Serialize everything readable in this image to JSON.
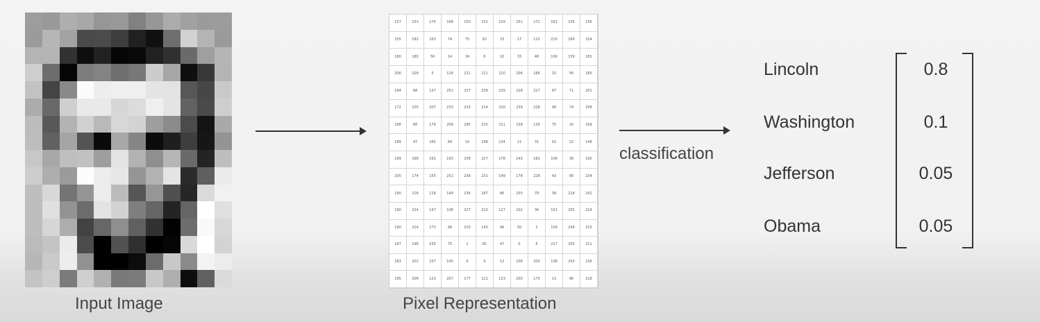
{
  "captions": {
    "input": "Input Image",
    "pixel": "Pixel Representation",
    "classification": "classification"
  },
  "classes": [
    {
      "name": "Lincoln",
      "prob": "0.8"
    },
    {
      "name": "Washington",
      "prob": "0.1"
    },
    {
      "name": "Jefferson",
      "prob": "0.05"
    },
    {
      "name": "Obama",
      "prob": "0.05"
    }
  ],
  "pixel_values": [
    [
      157,
      153,
      174,
      168,
      150,
      152,
      129,
      151,
      172,
      161,
      155,
      156
    ],
    [
      155,
      182,
      163,
      74,
      75,
      62,
      33,
      17,
      110,
      210,
      180,
      154
    ],
    [
      180,
      180,
      50,
      14,
      34,
      6,
      10,
      33,
      48,
      106,
      159,
      181
    ],
    [
      206,
      109,
      5,
      124,
      131,
      111,
      120,
      204,
      166,
      15,
      56,
      180
    ],
    [
      194,
      68,
      137,
      251,
      237,
      239,
      239,
      228,
      227,
      87,
      71,
      201
    ],
    [
      172,
      105,
      207,
      233,
      233,
      214,
      220,
      239,
      228,
      98,
      74,
      206
    ],
    [
      188,
      88,
      179,
      209,
      185,
      215,
      211,
      158,
      139,
      75,
      20,
      169
    ],
    [
      189,
      97,
      165,
      84,
      10,
      168,
      134,
      11,
      31,
      62,
      22,
      148
    ],
    [
      199,
      168,
      191,
      193,
      158,
      227,
      178,
      143,
      182,
      106,
      36,
      190
    ],
    [
      205,
      174,
      155,
      252,
      236,
      231,
      149,
      178,
      228,
      43,
      95,
      234
    ],
    [
      190,
      216,
      116,
      149,
      236,
      187,
      86,
      150,
      79,
      38,
      218,
      241
    ],
    [
      190,
      224,
      147,
      108,
      227,
      210,
      127,
      102,
      36,
      101,
      255,
      224
    ],
    [
      190,
      214,
      173,
      66,
      103,
      143,
      96,
      50,
      2,
      109,
      249,
      215
    ],
    [
      187,
      196,
      235,
      75,
      1,
      81,
      47,
      0,
      6,
      217,
      255,
      211
    ],
    [
      183,
      202,
      237,
      145,
      0,
      0,
      12,
      108,
      200,
      138,
      243,
      236
    ],
    [
      195,
      206,
      123,
      207,
      177,
      121,
      123,
      200,
      175,
      13,
      96,
      218
    ]
  ]
}
